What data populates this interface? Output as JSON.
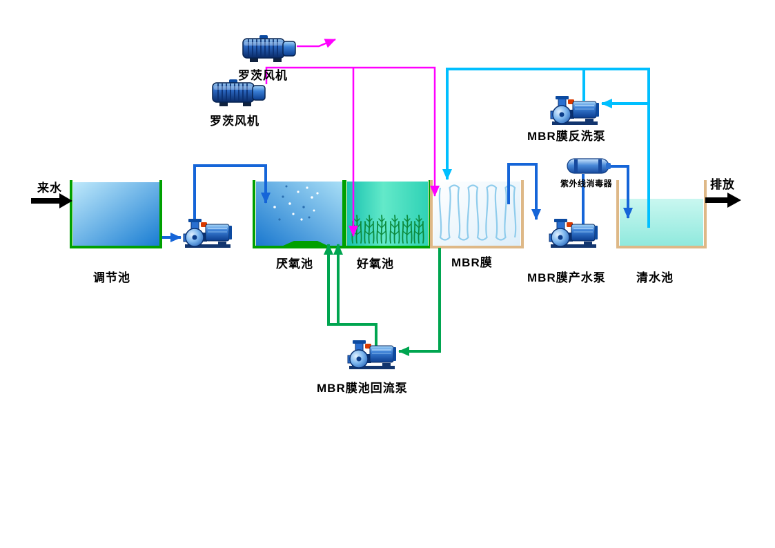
{
  "labels": {
    "inflow": "来水",
    "regulating_tank": "调节池",
    "anaerobic_tank": "厌氧池",
    "aerobic_tank": "好氧池",
    "mbr_membrane": "MBR膜",
    "mbr_product_pump": "MBR膜产水泵",
    "clean_water_tank": "清水池",
    "discharge": "排放",
    "roots_blower_top": "罗茨风机",
    "roots_blower_bottom": "罗茨风机",
    "mbr_backwash_pump": "MBR膜反洗泵",
    "uv_sterilizer": "紫外线消毒器",
    "mbr_return_pump": "MBR膜池回流泵"
  },
  "colors": {
    "influent_pipe": "#1565d8",
    "aeration_pipe": "#ff00ff",
    "permeate_pipe": "#1565d8",
    "backwash_pipe": "#00bfff",
    "recirculation_pipe": "#00a550",
    "bio_tank_wall": "#00a000",
    "membrane_tank_wall": "#deb887",
    "equipment_blue": "#1656b0"
  }
}
